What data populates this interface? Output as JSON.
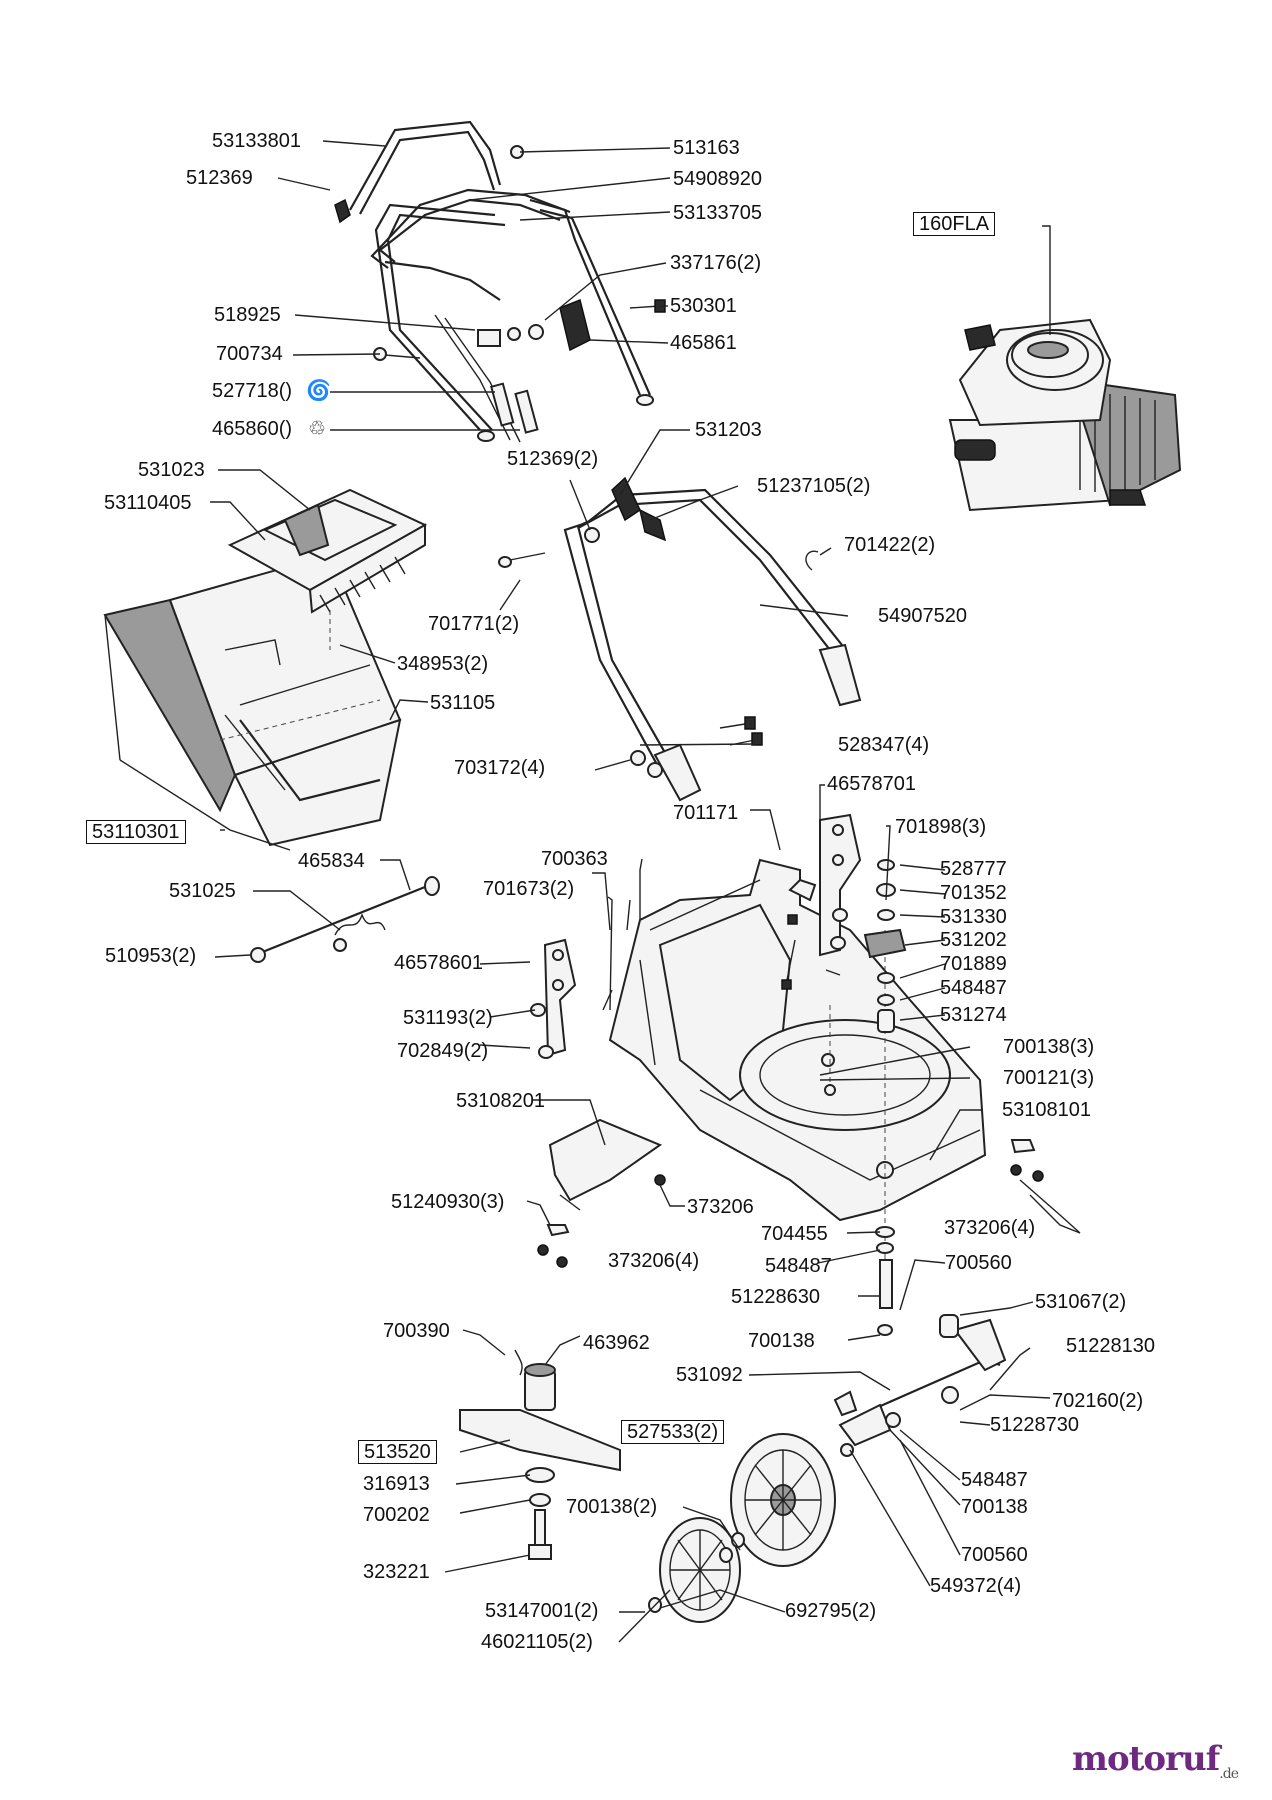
{
  "diagram": {
    "labels": {
      "p53133801": "53133801",
      "p513163": "513163",
      "p512369": "512369",
      "p54908920": "54908920",
      "p53133705": "53133705",
      "p160FLA": "160FLA",
      "p337176": "337176(2)",
      "p518925": "518925",
      "p530301": "530301",
      "p700734": "700734",
      "p465861": "465861",
      "p527718": "527718()",
      "p465860": "465860()",
      "p531203": "531203",
      "p531023": "531023",
      "p512369b": "512369(2)",
      "p51237105": "51237105(2)",
      "p53110405": "53110405",
      "p701422": "701422(2)",
      "p54907520": "54907520",
      "p701771": "701771(2)",
      "p348953": "348953(2)",
      "p531105": "531105",
      "p528347": "528347(4)",
      "p703172": "703172(4)",
      "p53110301": "53110301",
      "p46578701": "46578701",
      "p701171": "701171",
      "p701898": "701898(3)",
      "p465834": "465834",
      "p700363": "700363",
      "p528777": "528777",
      "p531025": "531025",
      "p701673": "701673(2)",
      "p701352": "701352",
      "p531330": "531330",
      "p531202": "531202",
      "p510953": "510953(2)",
      "p46578601": "46578601",
      "p701889": "701889",
      "p548487a": "548487",
      "p531193": "531193(2)",
      "p531274": "531274",
      "p702849": "702849(2)",
      "p700138a": "700138(3)",
      "p700121": "700121(3)",
      "p53108201": "53108201",
      "p53108101": "53108101",
      "p51240930": "51240930(3)",
      "p373206a": "373206",
      "p373206b": "373206(4)",
      "p704455": "704455",
      "p373206c": "373206(4)",
      "p548487b": "548487",
      "p700560a": "700560",
      "p51228630": "51228630",
      "p531067": "531067(2)",
      "p700390": "700390",
      "p463962": "463962",
      "p700138b": "700138",
      "p51228130": "51228130",
      "p531092": "531092",
      "p702160": "702160(2)",
      "p513520": "513520",
      "p527533": "527533(2)",
      "p51228730": "51228730",
      "p316913": "316913",
      "p548487c": "548487",
      "p700202": "700202",
      "p700138c": "700138(2)",
      "p700138d": "700138",
      "p700560b": "700560",
      "p323221": "323221",
      "p549372": "549372(4)",
      "p53147001": "53147001(2)",
      "p692795": "692795(2)",
      "p46021105": "46021105(2)"
    },
    "logo": {
      "brand": "motoruf",
      "suffix": ".de",
      "colors": {
        "brand": "#6e2a80",
        "accent": "#f07e1a"
      }
    }
  }
}
